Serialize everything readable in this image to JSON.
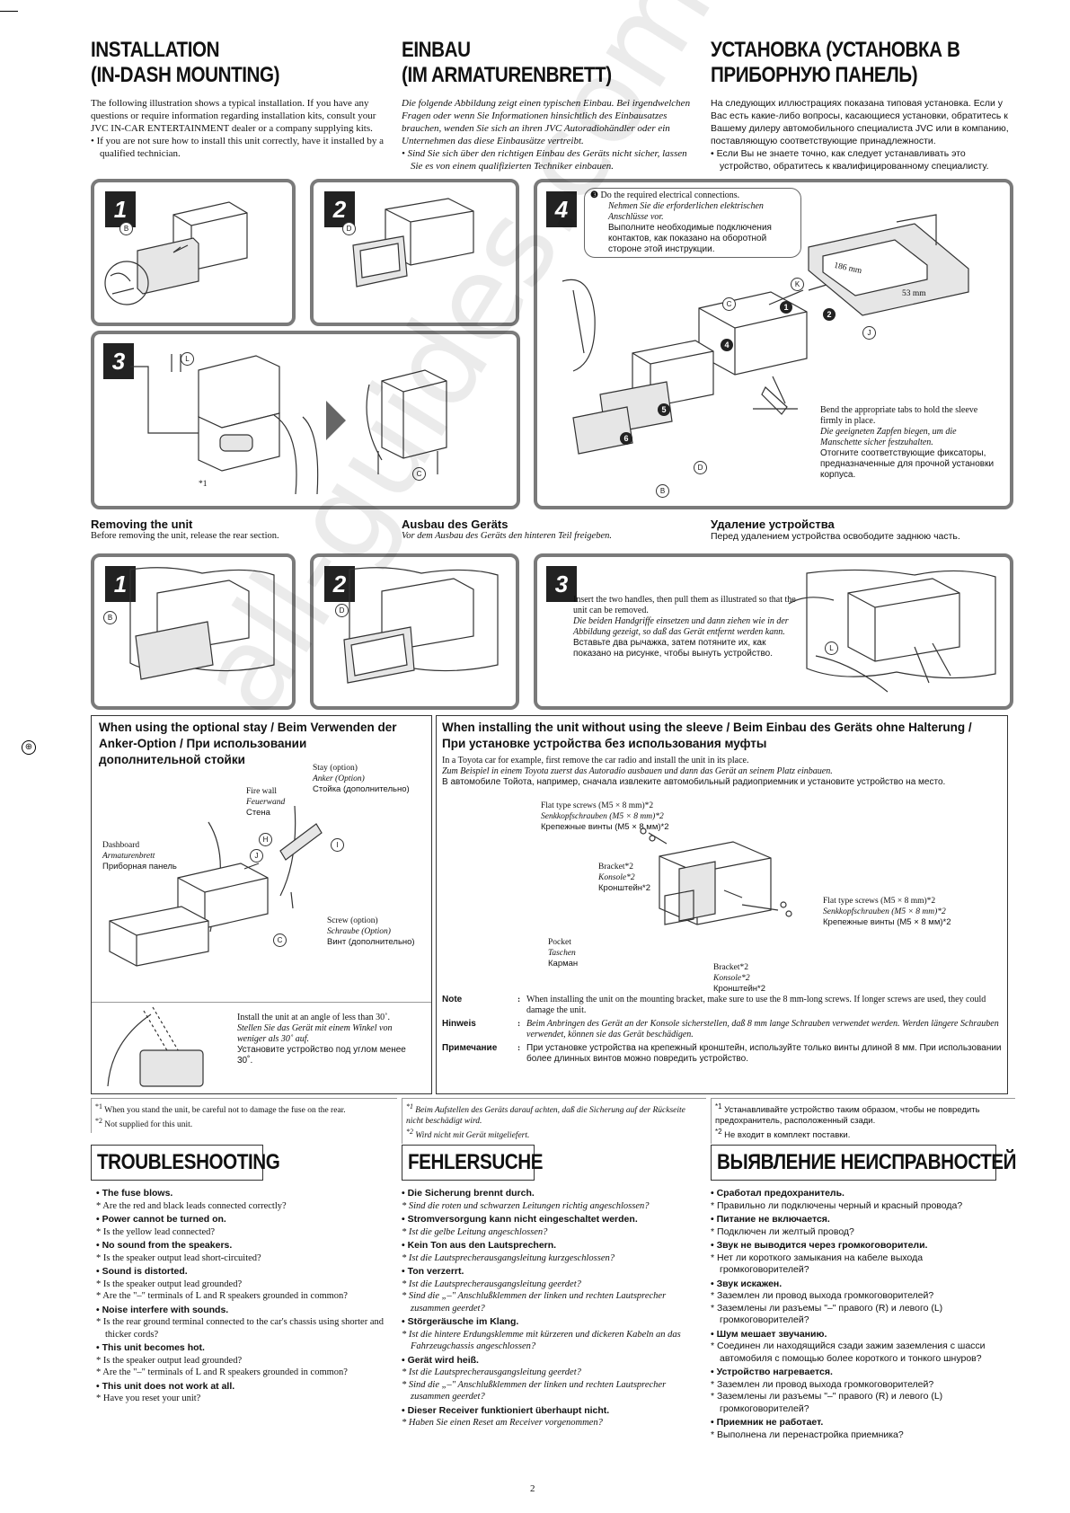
{
  "header": {
    "en_title": [
      "INSTALLATION",
      "(IN-DASH MOUNTING)"
    ],
    "de_title": [
      "EINBAU",
      "(IM ARMATURENBRETT)"
    ],
    "ru_title": [
      "УСТАНОВКА (УСТАНОВКА В",
      "ПРИБОРНУЮ ПАНЕЛЬ)"
    ],
    "en_intro": "The following illustration shows a typical installation. If you have any questions or require information regarding installation kits, consult your JVC IN-CAR ENTERTAINMENT dealer or a company supplying kits.",
    "en_bullet": "If you are not sure how to install this unit correctly, have it installed by a qualified technician.",
    "de_intro": "Die folgende Abbildung zeigt einen typischen Einbau. Bei irgendwelchen Fragen oder wenn Sie Informationen hinsichtlich des Einbausatzes brauchen, wenden Sie sich an ihren JVC Autoradiohändler oder ein Unternehmen das diese Einbausätze vertreibt.",
    "de_bullet": "Sind Sie sich über den richtigen Einbau des Geräts nicht sicher, lassen Sie es von einem qualifizierten Techniker einbauen.",
    "ru_intro": "На следующих иллюстрациях показана типовая установка. Если у Вас есть какие-либо вопросы, касающиеся установки, обратитесь к Вашему дилеру автомобильного специалиста JVC или в компанию, поставляющую соответствующие принадлежности.",
    "ru_bullet": "Если Вы не знаете точно, как следует устанавливать это устройство, обратитесь к квалифицированному специалисту."
  },
  "install_steps": {
    "s1": "1",
    "s2": "2",
    "s3": "3",
    "s4": "4",
    "step4_num": "❸",
    "step4_en": "Do the required electrical connections.",
    "step4_de": "Nehmen Sie die erforderlichen elektrischen Anschlüsse vor.",
    "step4_ru": "Выполните необходимые подключения контактов, как показано на оборотной стороне этой инструкции.",
    "tabs_en": "Bend the appropriate tabs to hold the sleeve firmly in place.",
    "tabs_de": "Die geeigneten Zapfen biegen, um die Manschette sicher festzuhalten.",
    "tabs_ru": "Отогните соответствующие фиксаторы, предназначенные для прочной установки корпуса.",
    "dim1": "186 mm",
    "dim2": "53 mm",
    "footnote_mark": "*1"
  },
  "removing": {
    "en_h": "Removing the unit",
    "en_t": "Before removing the unit, release the rear section.",
    "de_h": "Ausbau des Geräts",
    "de_t": "Vor dem Ausbau des Geräts den hinteren Teil freigeben.",
    "ru_h": "Удаление устройства",
    "ru_t": "Перед удалением устройства освободите заднюю часть.",
    "s1": "1",
    "s2": "2",
    "s3": "3",
    "s3_en": "Insert the two handles, then pull them as illustrated so that the unit can be removed.",
    "s3_de": "Die beiden Handgriffe einsetzen und dann ziehen wie in der Abbildung gezeigt, so daß das Gerät entfernt werden kann.",
    "s3_ru": "Вставьте два рычажка, затем потяните их, как показано на рисунке, чтобы вынуть устройство."
  },
  "stay": {
    "title": "When using the optional stay / Beim Verwenden der Anker-Option / При использовании дополнительной стойки",
    "stay_en": "Stay (option)",
    "stay_de": "Anker (Option)",
    "stay_ru": "Стойка (дополнительно)",
    "fire_en": "Fire wall",
    "fire_de": "Feuerwand",
    "fire_ru": "Стена",
    "dash_en": "Dashboard",
    "dash_de": "Armaturenbrett",
    "dash_ru": "Приборная панель",
    "screw_en": "Screw (option)",
    "screw_de": "Schraube (Option)",
    "screw_ru": "Винт (дополнительно)",
    "angle_en": "Install the unit at an angle of less than 30˚.",
    "angle_de": "Stellen Sie das Gerät mit einem Winkel von weniger als 30˚ auf.",
    "angle_ru": "Установите устройство под углом менее 30˚."
  },
  "nosleeve": {
    "title": "When installing the unit without using the sleeve / Beim Einbau des Geräts ohne Halterung / При установке устройства без использования муфты",
    "intro_en": "In a Toyota car for example, first remove the car radio and install the unit in its place.",
    "intro_de": "Zum Beispiel in einem Toyota zuerst das Autoradio ausbauen und dann das Gerät an seinem Platz einbauen.",
    "intro_ru": "В автомобиле Тойота, например, сначала извлеките автомобильный радиоприемник и установите устройство на место.",
    "flat_en": "Flat type screws (M5 × 8 mm)*2",
    "flat_de": "Senkkopfschrauben (M5 × 8 mm)*2",
    "flat_ru": "Крепежные винты (M5 × 8 мм)*2",
    "bracket_en": "Bracket*2",
    "bracket_de": "Konsole*2",
    "bracket_ru": "Кронштейн*2",
    "pocket_en": "Pocket",
    "pocket_de": "Taschen",
    "pocket_ru": "Карман",
    "note_l_en": "Note",
    "note_en": "When installing the unit on the mounting bracket, make sure to use the 8 mm-long screws. If longer screws are used, they could damage the unit.",
    "note_l_de": "Hinweis",
    "note_de": "Beim Anbringen des Gerät an der Konsole sicherstellen, daß 8 mm lange Schrauben verwendet werden. Werden längere Schrauben verwendet, können sie das Gerät beschädigen.",
    "note_l_ru": "Примечание",
    "note_ru": "При установке устройства на крепежный кронштейн, используйте только винты длиной 8 мм. При использовании более длинных винтов можно повредить устройство."
  },
  "footnotes": {
    "en1": "When you stand the unit, be careful not to damage the fuse on the rear.",
    "en2": "Not supplied for this unit.",
    "de1": "Beim Aufstellen des Geräts darauf achten, daß die Sicherung auf der Rückseite nicht beschädigt wird.",
    "de2": "Wird nicht mit Gerät mitgeliefert.",
    "ru1": "Устанавливайте устройство таким образом, чтобы не повредить предохранитель, расположенный сзади.",
    "ru2": "Не входит в комплект поставки.",
    "m1": "*1",
    "m2": "*2"
  },
  "troubleshooting": {
    "en_title": "TROUBLESHOOTING",
    "de_title": "FEHLERSUCHE",
    "ru_title": "ВЫЯВЛЕНИЕ НЕИСПРАВНОСТЕЙ",
    "en": [
      {
        "q": "The fuse blows.",
        "a": [
          "Are the red and black leads connected correctly?"
        ]
      },
      {
        "q": "Power cannot be turned on.",
        "a": [
          "Is the yellow lead connected?"
        ]
      },
      {
        "q": "No sound from the speakers.",
        "a": [
          "Is the speaker output lead short-circuited?"
        ]
      },
      {
        "q": "Sound is distorted.",
        "a": [
          "Is the speaker output lead grounded?",
          "Are the \"–\" terminals of L and R speakers grounded in common?"
        ]
      },
      {
        "q": "Noise interfere with sounds.",
        "a": [
          "Is the rear ground terminal connected to the car's chassis using shorter and thicker cords?"
        ]
      },
      {
        "q": "This unit becomes hot.",
        "a": [
          "Is the speaker output lead grounded?",
          "Are the \"–\" terminals of L and R speakers grounded in common?"
        ]
      },
      {
        "q": "This unit does not work at all.",
        "a": [
          "Have you reset your unit?"
        ]
      }
    ],
    "de": [
      {
        "q": "Die Sicherung brennt durch.",
        "a": [
          "Sind die roten und schwarzen Leitungen richtig angeschlossen?"
        ]
      },
      {
        "q": "Stromversorgung kann nicht eingeschaltet werden.",
        "a": [
          "Ist die gelbe Leitung angeschlossen?"
        ]
      },
      {
        "q": "Kein Ton aus den Lautsprechern.",
        "a": [
          "Ist die Lautsprecherausgangsleitung kurzgeschlossen?"
        ]
      },
      {
        "q": "Ton verzerrt.",
        "a": [
          "Ist die Lautsprecherausgangsleitung geerdet?",
          "Sind die „–\" Anschlußklemmen der linken und rechten Lautsprecher zusammen geerdet?"
        ]
      },
      {
        "q": "Störgeräusche im Klang.",
        "a": [
          "Ist die hintere Erdungsklemme mit kürzeren und dickeren Kabeln an das Fahrzeugchassis angeschlossen?"
        ]
      },
      {
        "q": "Gerät wird heiß.",
        "a": [
          "Ist die Lautsprecherausgangsleitung geerdet?",
          "Sind die „–\" Anschlußklemmen der linken und rechten Lautsprecher zusammen geerdet?"
        ]
      },
      {
        "q": "Dieser Receiver funktioniert überhaupt nicht.",
        "a": [
          "Haben Sie einen Reset am Receiver vorgenommen?"
        ]
      }
    ],
    "ru": [
      {
        "q": "Сработал предохранитель.",
        "a": [
          "Правильно ли подключены черный и красный провода?"
        ]
      },
      {
        "q": "Питание не включается.",
        "a": [
          "Подключен ли желтый провод?"
        ]
      },
      {
        "q": "Звук не выводится через громкоговорители.",
        "a": [
          "Нет ли короткого замыкания на кабеле выхода громкоговорителей?"
        ]
      },
      {
        "q": "Звук искажен.",
        "a": [
          "Заземлен ли провод выхода громкоговорителей?",
          "Заземлены ли разъемы \"–\" правого (R) и левого (L) громкоговорителей?"
        ]
      },
      {
        "q": "Шум мешает звучанию.",
        "a": [
          "Соединен ли находящийся сзади зажим заземления с шасси автомобиля с помощью более короткого и тонкого шнуров?"
        ]
      },
      {
        "q": "Устройство нагревается.",
        "a": [
          "Заземлен ли провод выхода громкоговорителей?",
          "Заземлены ли разъемы \"–\" правого (R) и левого (L) громкоговорителей?"
        ]
      },
      {
        "q": "Приемник не работает.",
        "a": [
          "Выполнена ли перенастройка приемника?"
        ]
      }
    ]
  },
  "page_number": "2",
  "watermark": "all-guides.com"
}
